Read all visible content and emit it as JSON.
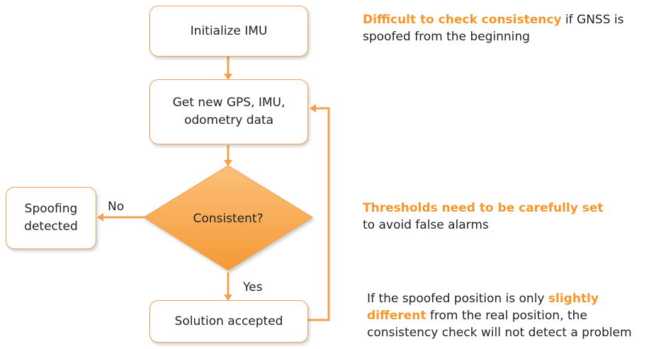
{
  "colors": {
    "accent": "#f5962a",
    "box_border": "#f0a050",
    "text": "#222222"
  },
  "nodes": {
    "init": "Initialize IMU",
    "get_data": "Get new GPS, IMU,\nodometry data",
    "decision": "Consistent?",
    "spoofing": "Spoofing\ndetected",
    "accepted": "Solution accepted"
  },
  "edge_labels": {
    "no": "No",
    "yes": "Yes"
  },
  "notes": {
    "note1": {
      "highlight": "Difficult to check consistency",
      "rest1": " if GNSS is",
      "rest2": "spoofed from the beginning"
    },
    "note2": {
      "highlight": "Thresholds need to be carefully set",
      "rest": "to avoid false alarms"
    },
    "note3": {
      "line1_plain": "If the spoofed position is only ",
      "line1_hl": "slightly",
      "line2_hl": "different",
      "line2_plain": " from the real position, the",
      "line3": "consistency check will not detect a problem"
    }
  }
}
